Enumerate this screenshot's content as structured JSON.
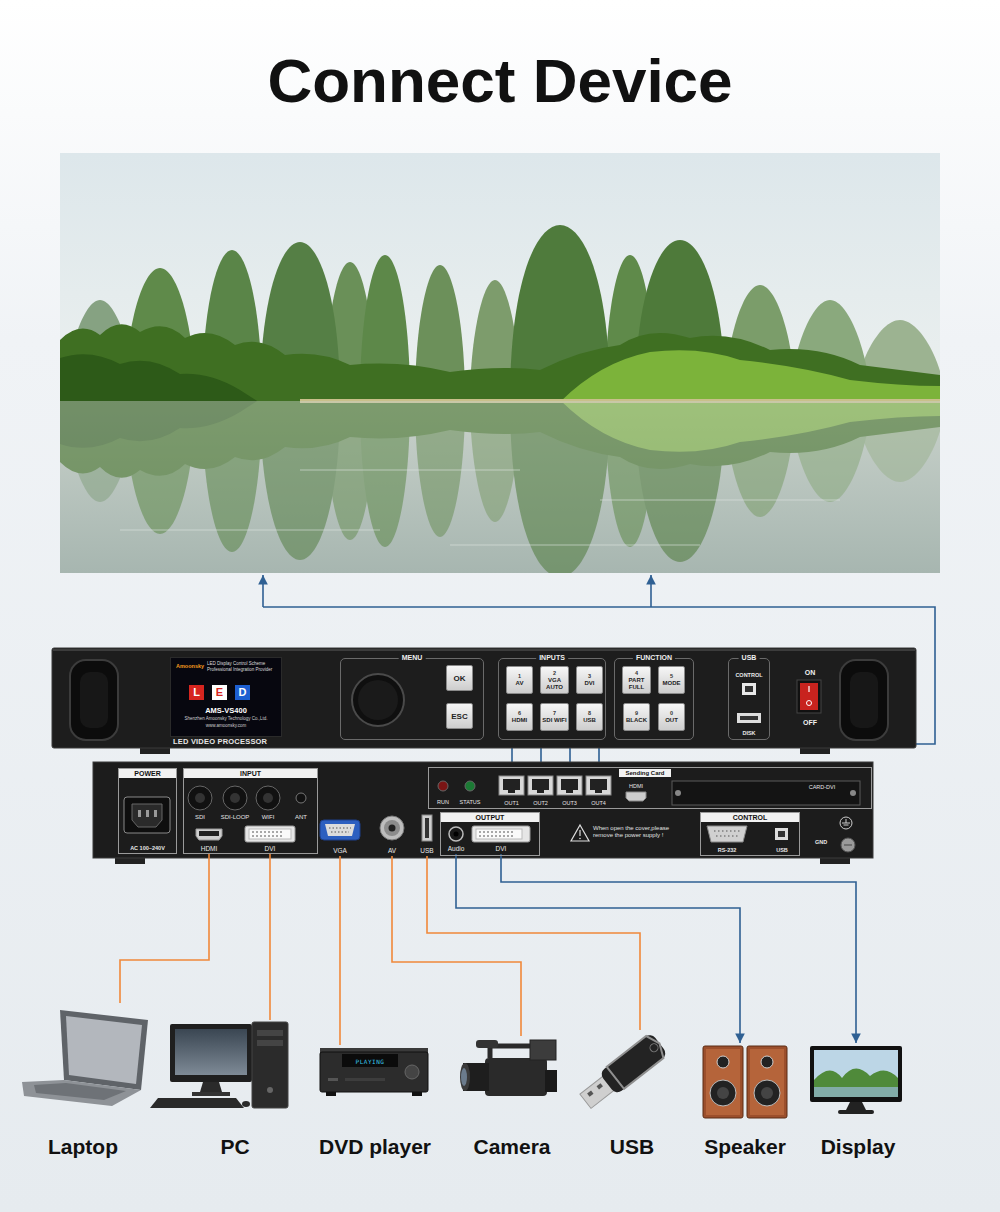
{
  "diagram": {
    "title": "Connect Device",
    "nodes": [
      {
        "text": [
          "LED VIDEO PROCESSOR"
        ]
      },
      {
        "text": [
          "Amoonsky",
          "LED Display Control Scheme Professional Integration Provider",
          "AMS-VS400",
          "Shenzhen Amoonsky Technology Co.,Ltd.",
          "www.amoonsky.com"
        ],
        "in": 0
      },
      {
        "text": [
          "L"
        ],
        "in": 1
      },
      {
        "text": [
          "E"
        ],
        "in": 1
      },
      {
        "text": [
          "D"
        ],
        "in": 1
      },
      {
        "text": [
          "MENU"
        ],
        "in": 0
      },
      {
        "text": [
          "OK"
        ],
        "in": 5
      },
      {
        "text": [
          "ESC"
        ],
        "in": 5
      },
      {
        "text": [
          "INPUTS"
        ],
        "in": 0
      },
      {
        "text": [
          "1",
          "AV"
        ],
        "in": 8
      },
      {
        "text": [
          "2",
          "VGA AUTO"
        ],
        "in": 8
      },
      {
        "text": [
          "3",
          "DVI"
        ],
        "in": 8
      },
      {
        "text": [
          "6",
          "HDMI"
        ],
        "in": 8
      },
      {
        "text": [
          "7",
          "SDI WIFI"
        ],
        "in": 8
      },
      {
        "text": [
          "8",
          "USB"
        ],
        "in": 8
      },
      {
        "text": [
          "FUNCTION"
        ],
        "in": 0
      },
      {
        "text": [
          "4",
          "PART FULL"
        ],
        "in": 15
      },
      {
        "text": [
          "5",
          "MODE"
        ],
        "in": 15
      },
      {
        "text": [
          "9",
          "BLACK"
        ],
        "in": 15
      },
      {
        "text": [
          "0",
          "OUT"
        ],
        "in": 15
      },
      {
        "text": [
          "USB",
          "CONTROL",
          "DISK"
        ],
        "in": 0
      },
      {
        "text": [
          "When open the cover,please remove the power supply !",
          "GND"
        ]
      },
      {
        "text": [
          "POWER",
          "AC 100~240V"
        ],
        "in": 21
      },
      {
        "text": [
          "INPUT"
        ],
        "in": 21
      },
      {
        "text": [
          "HDMI"
        ],
        "in": 23
      },
      {
        "text": [
          "DVI"
        ],
        "in": 23
      },
      {
        "text": [
          "VGA"
        ],
        "in": 21
      },
      {
        "text": [
          "AV"
        ],
        "in": 21
      },
      {
        "text": [
          "USB"
        ],
        "in": 21
      },
      {
        "text": [
          "Sending Card"
        ],
        "in": 21
      },
      {
        "text": [
          "OUTPUT"
        ],
        "in": 21
      },
      {
        "text": [
          "Audio"
        ],
        "in": 30
      },
      {
        "text": [
          "DVI"
        ],
        "in": 30
      },
      {
        "text": [
          "CONTROL",
          "RS-232",
          "USB"
        ],
        "in": 21
      },
      {
        "text": [
          "Laptop"
        ]
      },
      {
        "text": [
          "PC"
        ]
      },
      {
        "text": [
          "DVD player"
        ]
      },
      {
        "text": [
          "Camera"
        ]
      },
      {
        "text": [
          "USB"
        ]
      },
      {
        "text": [
          "Speaker"
        ]
      },
      {
        "text": [
          "Display"
        ]
      }
    ],
    "edges": [
      {
        "from": 24,
        "to": 34,
        "arrow": "none"
      },
      {
        "from": 25,
        "to": 35,
        "arrow": "none"
      },
      {
        "from": 26,
        "to": 36,
        "arrow": "none"
      },
      {
        "from": 27,
        "to": 37,
        "arrow": "none"
      },
      {
        "from": 28,
        "to": 38,
        "arrow": "none"
      },
      {
        "from": 31,
        "to": 39,
        "arrow": "to"
      },
      {
        "from": 32,
        "to": 40,
        "arrow": "to"
      }
    ],
    "labels": [
      "ON",
      "OFF",
      "SDI",
      "SDI-LOOP",
      "WIFI",
      "ANT",
      "RUN",
      "STATUS",
      "OUT1",
      "OUT2",
      "OUT3",
      "OUT4",
      "HDMI",
      "CARD-DVI",
      "PLAYING"
    ]
  }
}
